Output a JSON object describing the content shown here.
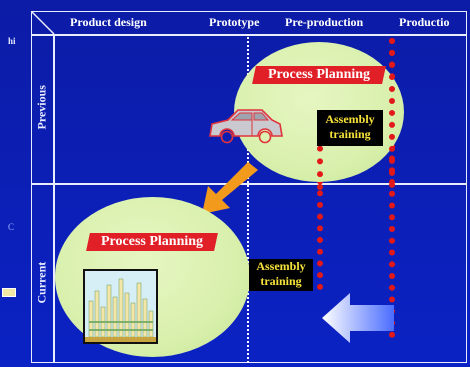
{
  "left_fragments": {
    "top_text": "hi",
    "mid_text": "C"
  },
  "columns": {
    "product_design": "Product design",
    "prototype": "Prototype",
    "pre_production": "Pre-production",
    "production": "Productio"
  },
  "rows": {
    "previous": "Previous",
    "current": "Current"
  },
  "previous": {
    "process_planning": "Process Planning",
    "assembly_training_line1": "Assembly",
    "assembly_training_line2": "training"
  },
  "current": {
    "process_planning": "Process Planning",
    "assembly_training_line1": "Assembly",
    "assembly_training_line2": "training"
  },
  "colors": {
    "background": "#0b22c4",
    "ellipse": "#d9f0ad",
    "process_planning": "#e01f27",
    "assembly_text": "#f6e23a",
    "orange_arrow": "#f19a1c",
    "red_divider": "#e31818"
  },
  "icons": {
    "car": "car-wireframe-icon",
    "orange_arrow": "arrow-down-left-icon",
    "blue_arrow": "arrow-left-icon",
    "chart_thumb": "bar-chart-thumbnail-icon"
  }
}
